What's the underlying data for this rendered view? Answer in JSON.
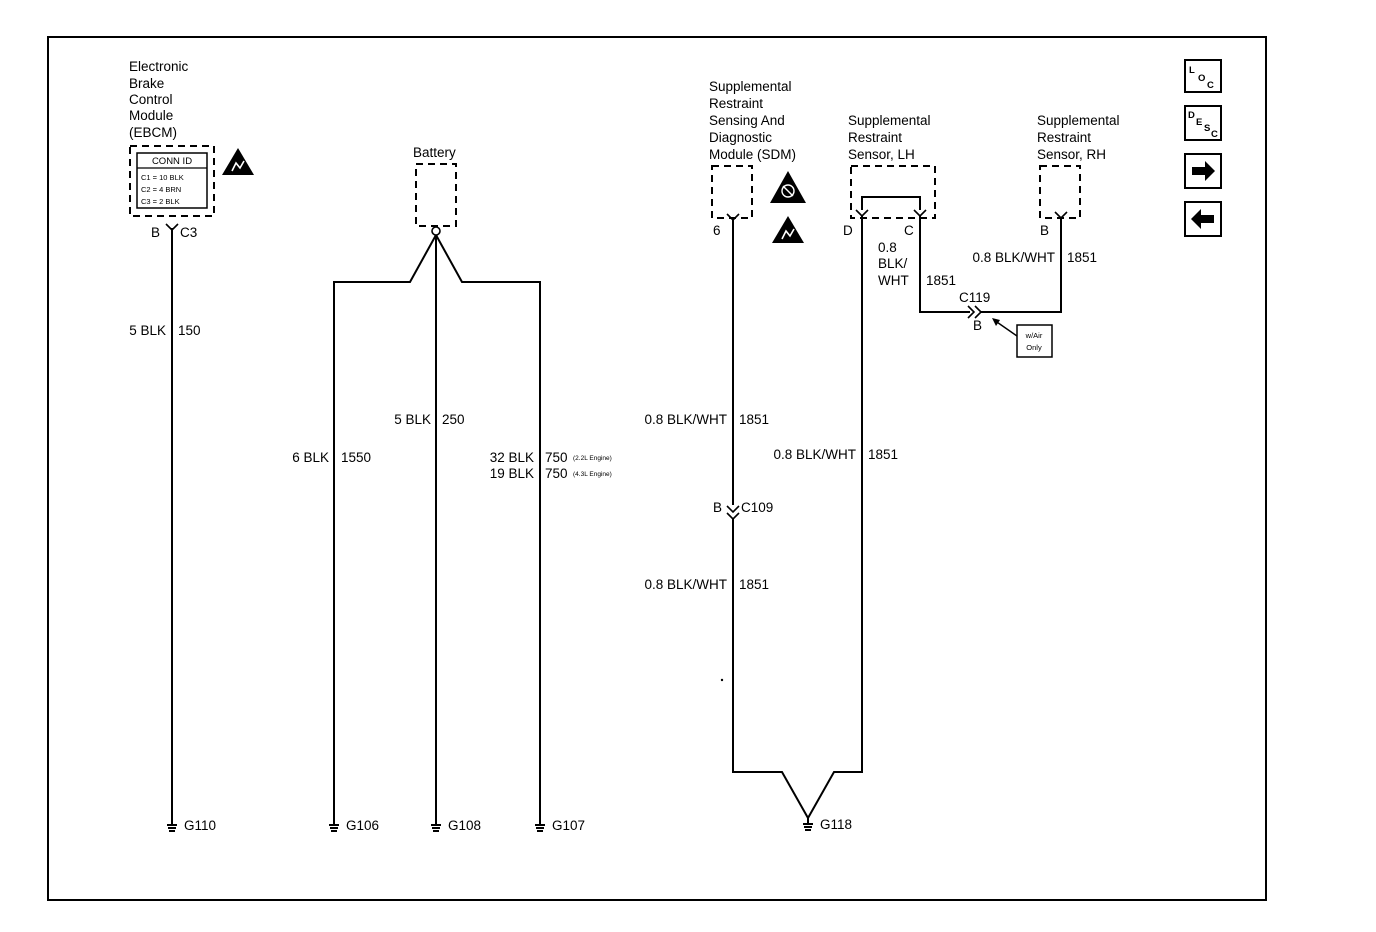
{
  "components": {
    "ebcm": {
      "name_lines": [
        "Electronic",
        "Brake",
        "Control",
        "Module",
        "(EBCM)"
      ],
      "conn_id": {
        "title": "CONN ID",
        "rows": [
          "C1 = 10 BLK",
          "C2 = 4 BRN",
          "C3 = 2 BLK"
        ]
      },
      "pin": "B",
      "connector": "C3"
    },
    "battery": {
      "name": "Battery"
    },
    "sdm": {
      "name_lines": [
        "Supplemental",
        "Restraint",
        "Sensing And",
        "Diagnostic",
        "Module (SDM)"
      ],
      "pin": "6"
    },
    "sensor_lh": {
      "name_lines": [
        "Supplemental",
        "Restraint",
        "Sensor, LH"
      ],
      "pin_d": "D",
      "pin_c": "C"
    },
    "sensor_rh": {
      "name_lines": [
        "Supplemental",
        "Restraint",
        "Sensor, RH"
      ],
      "pin": "B"
    }
  },
  "wires": {
    "ebcm_ground": {
      "label": "5 BLK",
      "circuit": "150"
    },
    "battery_g106": {
      "label": "6 BLK",
      "circuit": "1550"
    },
    "battery_g108": {
      "label": "5 BLK",
      "circuit": "250"
    },
    "battery_g107": {
      "label_a": "32 BLK",
      "circuit_a": "750",
      "note_a": "(2.2L Engine)",
      "label_b": "19 BLK",
      "circuit_b": "750",
      "note_b": "(4.3L Engine)"
    },
    "sdm_upper": {
      "label": "0.8 BLK/WHT",
      "circuit": "1851"
    },
    "sdm_lower": {
      "label": "0.8 BLK/WHT",
      "circuit": "1851"
    },
    "lh_d": {
      "label": "0.8 BLK/WHT",
      "circuit": "1851"
    },
    "lh_c": {
      "label_lines": [
        "0.8",
        "BLK/",
        "WHT"
      ],
      "circuit": "1851"
    },
    "rh_b": {
      "label": "0.8 BLK/WHT",
      "circuit": "1851"
    }
  },
  "connectors": {
    "c109": {
      "pin": "B",
      "name": "C109"
    },
    "c119": {
      "pin": "B",
      "name": "C119",
      "option_lines": [
        "w/Air",
        "Only"
      ]
    }
  },
  "grounds": {
    "g110": "G110",
    "g106": "G106",
    "g108": "G108",
    "g107": "G107",
    "g118": "G118"
  },
  "nav": {
    "loc": {
      "letters": [
        "L",
        "O",
        "C"
      ]
    },
    "desc": {
      "letters": [
        "D",
        "E",
        "S",
        "C"
      ]
    },
    "next_icon": "arrow-right-icon",
    "prev_icon": "arrow-left-icon"
  }
}
